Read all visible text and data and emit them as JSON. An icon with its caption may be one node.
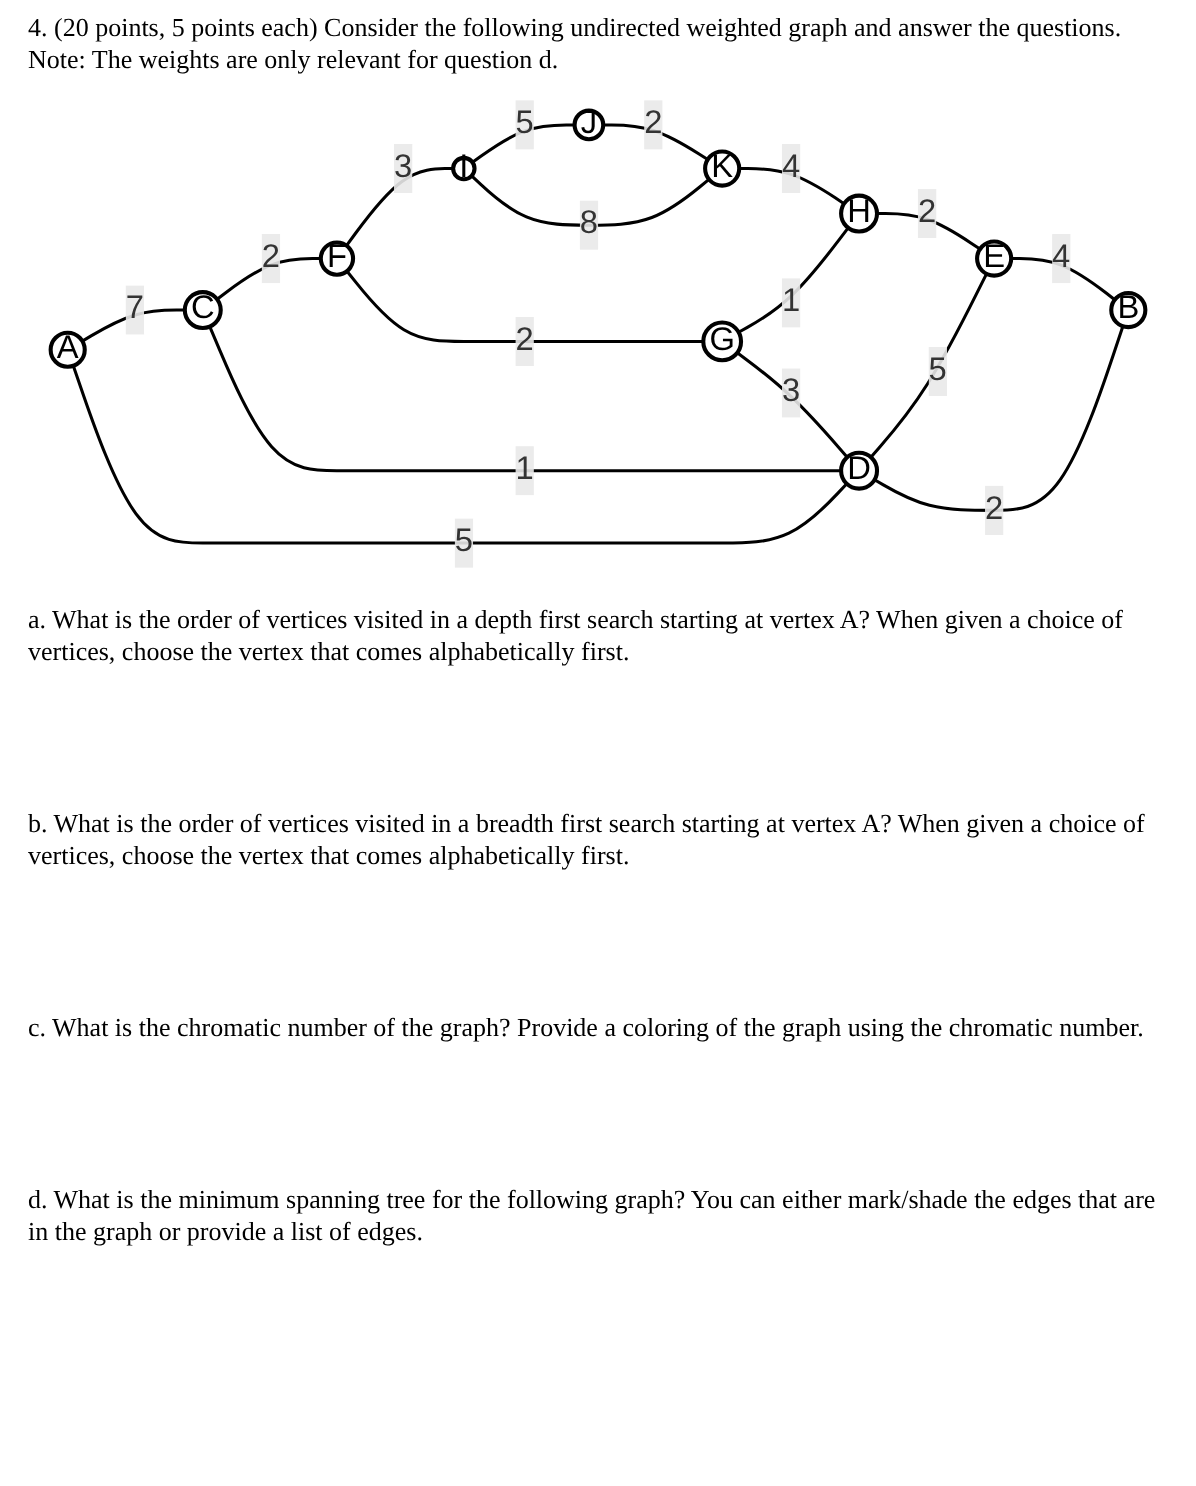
{
  "diagram": {
    "nodes": [
      {
        "text": [
          "J"
        ]
      },
      {
        "text": [
          "I"
        ]
      },
      {
        "text": [
          "K"
        ]
      },
      {
        "text": [
          "F"
        ]
      },
      {
        "text": [
          "G"
        ]
      },
      {
        "text": [
          "H"
        ]
      },
      {
        "text": [
          "C"
        ]
      },
      {
        "text": [
          "E"
        ]
      },
      {
        "text": [
          "A"
        ]
      },
      {
        "text": [
          "D"
        ]
      },
      {
        "text": [
          "B"
        ]
      }
    ],
    "edges": [
      {
        "from": 1,
        "to": 0,
        "arrow": "none",
        "label": "5"
      },
      {
        "from": 0,
        "to": 2,
        "arrow": "none",
        "label": "2"
      },
      {
        "from": 1,
        "to": 2,
        "arrow": "none",
        "label": "8"
      },
      {
        "from": 3,
        "to": 1,
        "arrow": "none",
        "label": "3"
      },
      {
        "from": 2,
        "to": 5,
        "arrow": "none",
        "label": "4"
      },
      {
        "from": 3,
        "to": 4,
        "arrow": "none",
        "label": "2"
      },
      {
        "from": 4,
        "to": 5,
        "arrow": "none",
        "label": "1"
      },
      {
        "from": 6,
        "to": 3,
        "arrow": "none",
        "label": "2"
      },
      {
        "from": 5,
        "to": 7,
        "arrow": "none",
        "label": "2"
      },
      {
        "from": 4,
        "to": 9,
        "arrow": "none",
        "label": "3"
      },
      {
        "from": 8,
        "to": 6,
        "arrow": "none",
        "label": "7"
      },
      {
        "from": 6,
        "to": 9,
        "arrow": "none",
        "label": "1"
      },
      {
        "from": 9,
        "to": 7,
        "arrow": "none",
        "label": "5"
      },
      {
        "from": 7,
        "to": 10,
        "arrow": "none",
        "label": "4"
      },
      {
        "from": 8,
        "to": 9,
        "arrow": "none",
        "label": "5"
      },
      {
        "from": 9,
        "to": 10,
        "arrow": "none",
        "label": "2"
      }
    ],
    "labels": [
      "4. (20 points, 5 points each) Consider the following undirected weighted graph and answer the questions. Note: The weights are only relevant for question d.",
      "a. What is the order of vertices visited in a depth first search starting at vertex A? When given a choice of vertices, choose the vertex that comes alphabetically first.",
      "b. What is the order of vertices visited in a breadth first search starting at vertex A? When given a choice of vertices, choose the vertex that comes alphabetically first.",
      "c. What is the chromatic number of the graph? Provide a coloring of the graph using the chromatic number.",
      "d. What is the minimum spanning tree for the following graph? You can either mark/shade the edges that are in the graph or provide a list of edges."
    ]
  }
}
